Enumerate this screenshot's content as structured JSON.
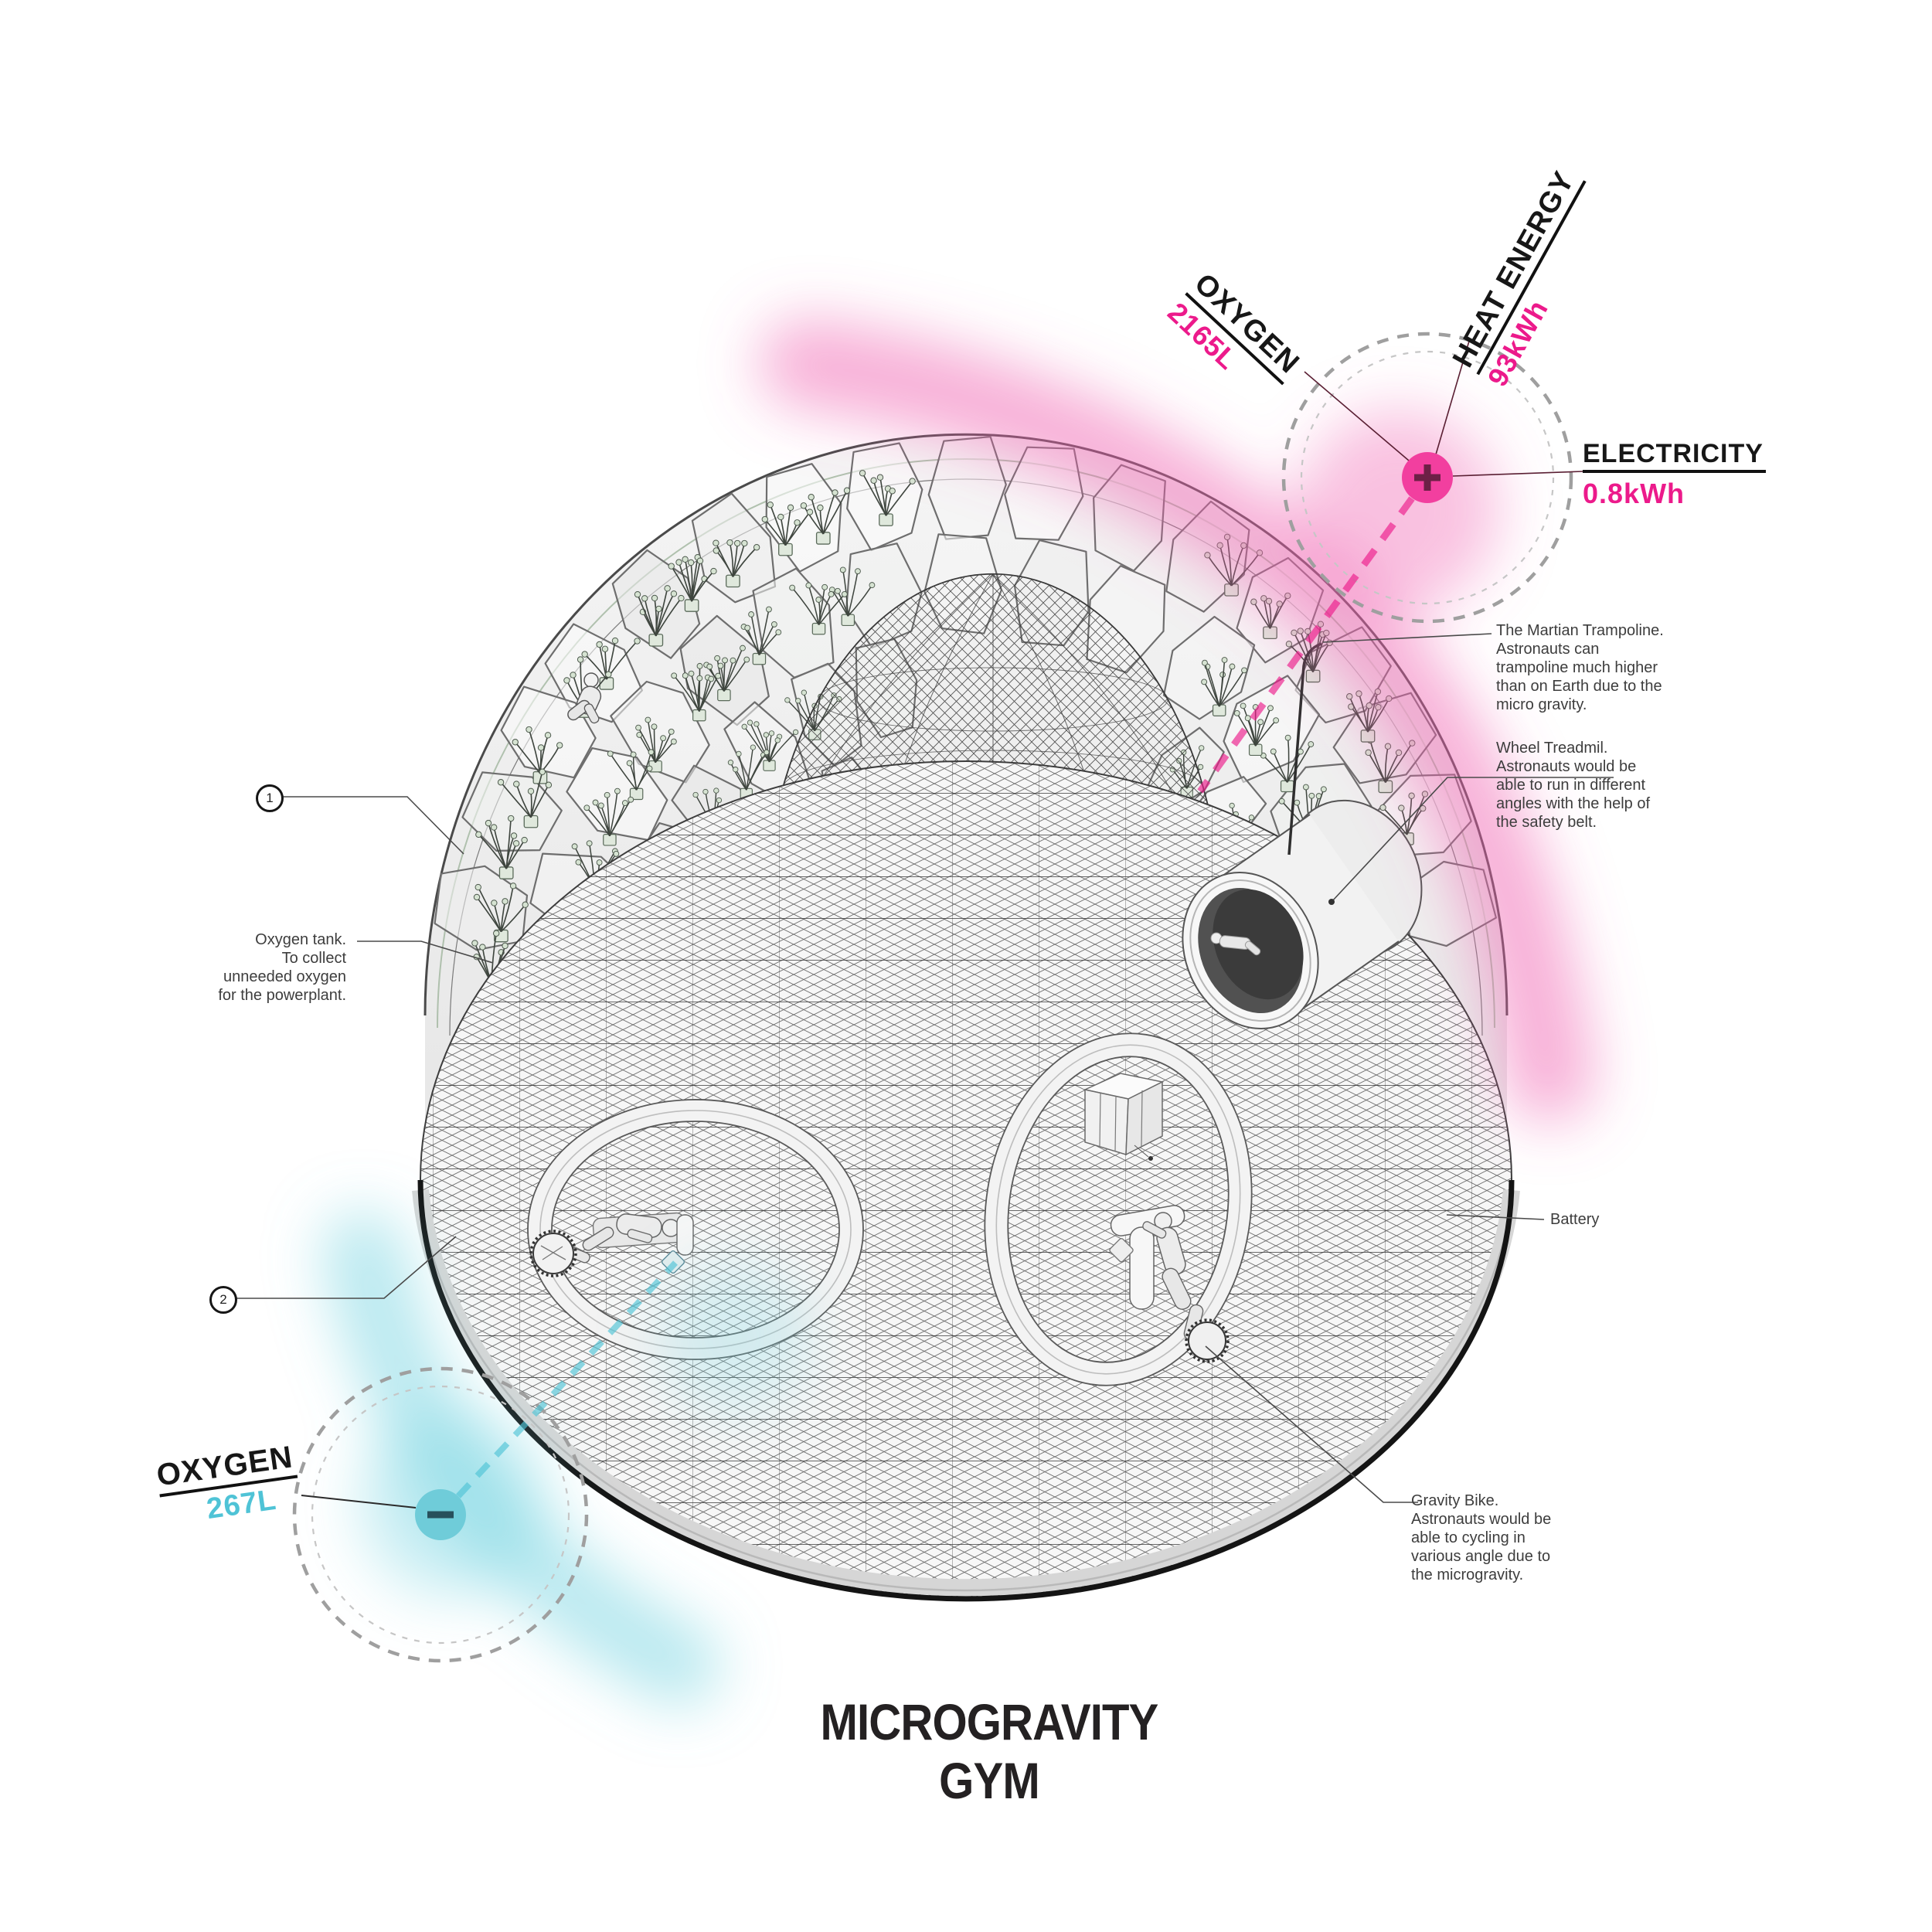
{
  "title": "MICROGRAVITY GYM",
  "flows": {
    "out_oxygen": {
      "label": "OXYGEN",
      "value": "2165L"
    },
    "heat": {
      "label": "HEAT ENERGY",
      "value": "93kWh"
    },
    "electricity": {
      "label": "ELECTRICITY",
      "value": "0.8kWh"
    },
    "in_oxygen": {
      "label": "OXYGEN",
      "value": "267L"
    },
    "plus_symbol": "+",
    "minus_symbol": "−"
  },
  "annotations": {
    "trampoline": [
      "The Martian Trampoline.",
      "Astronauts can",
      "trampoline much higher",
      "than on Earth due to the",
      "micro gravity."
    ],
    "wheel": [
      "Wheel Treadmil.",
      "Astronauts would be",
      "able to run in different",
      "angles with the help of",
      "the safety belt."
    ],
    "gravity_bike": [
      "Gravity Bike.",
      "Astronauts would be",
      "able to cycling in",
      "various angle due to",
      "the microgravity."
    ],
    "oxygen_tank": [
      "Oxygen tank.",
      "To collect",
      "unneeded oxygen",
      "for the powerplant."
    ],
    "battery": "Battery"
  },
  "markers": {
    "one": "1",
    "two": "2"
  },
  "colors": {
    "pink": "#ec1a8b",
    "pink_node": "#f23f9f",
    "cyan": "#4fc3d6",
    "cyan_node": "#6fccd9"
  }
}
